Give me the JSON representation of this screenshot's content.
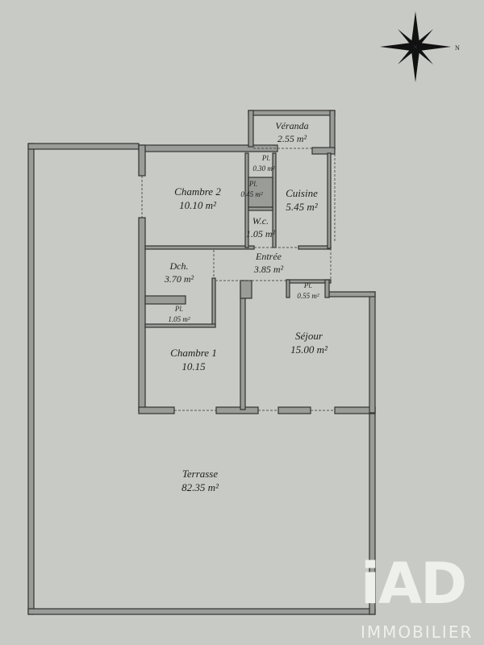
{
  "compass": {
    "north_label": "N"
  },
  "rooms": {
    "veranda": {
      "name": "Véranda",
      "area": "2.55 m²"
    },
    "chambre2": {
      "name": "Chambre 2",
      "area": "10.10 m²"
    },
    "placard1": {
      "name": "Pl.",
      "area": "0.30 m²"
    },
    "placard2": {
      "name": "Pl.",
      "area": "0.45 m²"
    },
    "cuisine": {
      "name": "Cuisine",
      "area": "5.45 m²"
    },
    "wc": {
      "name": "W.c.",
      "area": "1.05 m²"
    },
    "entree": {
      "name": "Entrée",
      "area": "3.85 m²"
    },
    "dch": {
      "name": "Dch.",
      "area": "3.70 m²"
    },
    "placard3": {
      "name": "Pl.",
      "area": "0.55 m²"
    },
    "placard4": {
      "name": "Pl.",
      "area": "1.05 m²"
    },
    "chambre1": {
      "name": "Chambre 1",
      "area": "10.15"
    },
    "sejour": {
      "name": "Séjour",
      "area": "15.00 m²"
    },
    "terrasse": {
      "name": "Terrasse",
      "area": "82.35 m²"
    }
  },
  "logo": {
    "brand": "iAD",
    "subtitle": "IMMOBILIER"
  },
  "colors": {
    "background": "#c8cac5",
    "wall": "#9a9c98",
    "ink": "#222222",
    "logo": "#eef0ec"
  }
}
